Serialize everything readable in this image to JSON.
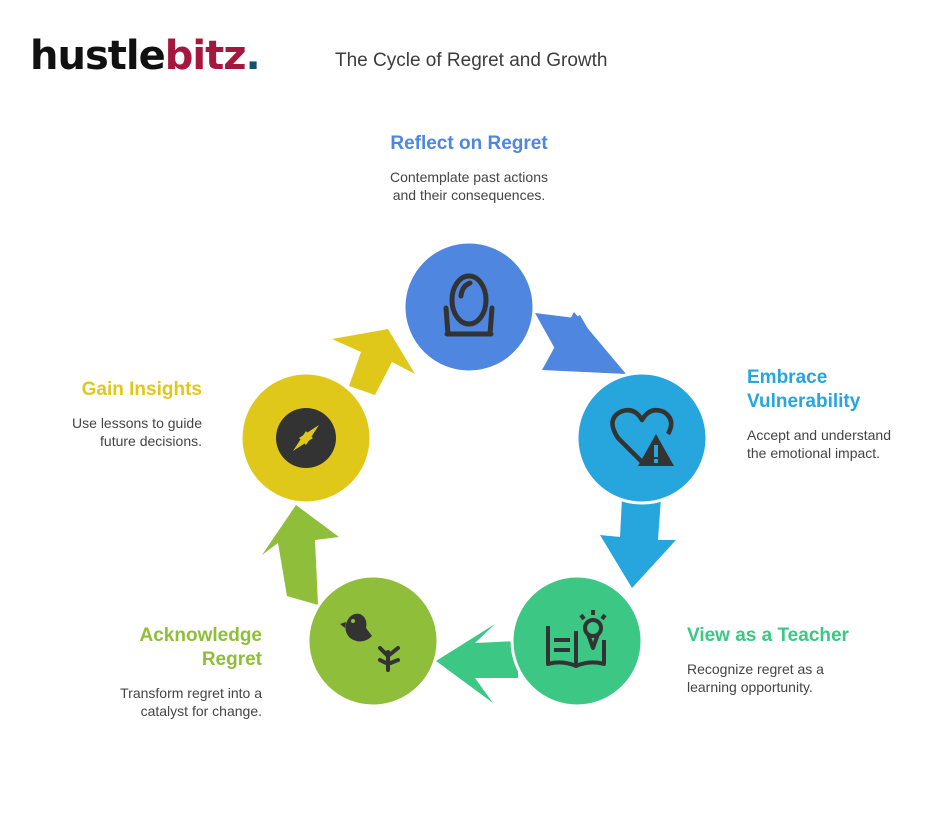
{
  "brand": {
    "name_part1": "hustle",
    "name_part2": "bitz",
    "dot": ".",
    "color_dark": "#111111",
    "color_accent": "#a5173f",
    "color_dot": "#1b4f72"
  },
  "page_title": "The Cycle of Regret and Growth",
  "steps": [
    {
      "title": "Reflect on Regret",
      "desc_lines": [
        "Contemplate past actions",
        "and their consequences."
      ],
      "color": "#4e86e0",
      "icon": "mirror-icon"
    },
    {
      "title_lines": [
        "Embrace",
        "Vulnerability"
      ],
      "desc_lines": [
        "Accept and understand",
        "the emotional impact."
      ],
      "color": "#26a6dc",
      "icon": "heart-warning-icon"
    },
    {
      "title": "View as a Teacher",
      "desc_lines": [
        "Recognize regret as a",
        "learning opportunity."
      ],
      "color": "#3cc784",
      "icon": "book-lightbulb-icon"
    },
    {
      "title_lines": [
        "Acknowledge",
        "Regret"
      ],
      "desc_lines": [
        "Transform regret into a",
        "catalyst for change."
      ],
      "color": "#8fbe3a",
      "icon": "bird-sprout-icon"
    },
    {
      "title": "Gain Insights",
      "desc_lines": [
        "Use lessons to guide",
        "future decisions."
      ],
      "color": "#e0c81a",
      "icon": "compass-icon"
    }
  ]
}
